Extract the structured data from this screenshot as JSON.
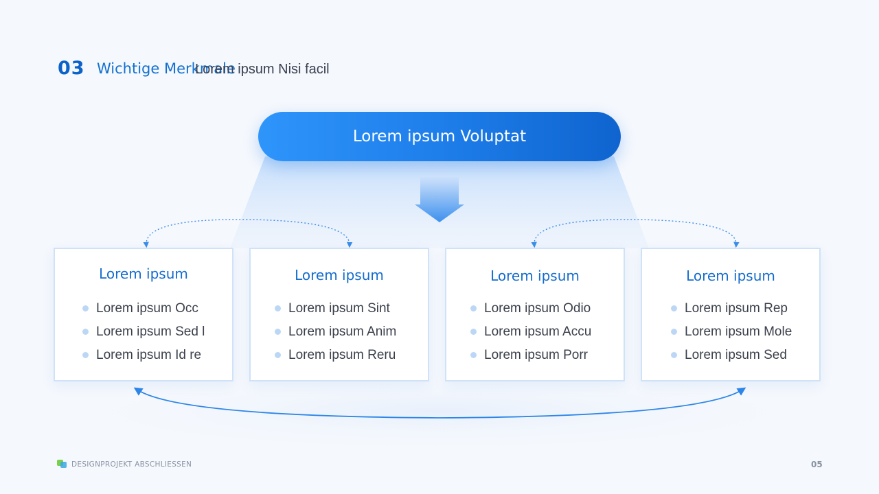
{
  "header": {
    "section_number": "03",
    "section_title": "Wichtige Merkmale",
    "subtitle": "Lorem ipsum Nisi facil"
  },
  "diagram": {
    "top_label": "Lorem ipsum Voluptat",
    "cards": [
      {
        "title": "Lorem ipsum",
        "items": [
          "Lorem ipsum Occ",
          "Lorem ipsum Sed l",
          "Lorem ipsum Id re"
        ]
      },
      {
        "title": "Lorem ipsum",
        "items": [
          "Lorem ipsum Sint",
          "Lorem ipsum Anim",
          "Lorem ipsum Reru"
        ]
      },
      {
        "title": "Lorem ipsum",
        "items": [
          "Lorem ipsum Odio",
          "Lorem ipsum Accu",
          "Lorem ipsum Porr"
        ]
      },
      {
        "title": "Lorem ipsum",
        "items": [
          "Lorem ipsum Rep",
          "Lorem ipsum Mole",
          "Lorem ipsum Sed"
        ]
      }
    ]
  },
  "footer": {
    "project_label": "DESIGNPROJEKT ABSCHLIESSEN",
    "page_number": "05"
  },
  "colors": {
    "accent": "#1370d0",
    "accent_dark": "#0b62c9",
    "card_border": "#cfe2f8",
    "connector": "#2d86e8",
    "background": "#f5f8fd"
  }
}
